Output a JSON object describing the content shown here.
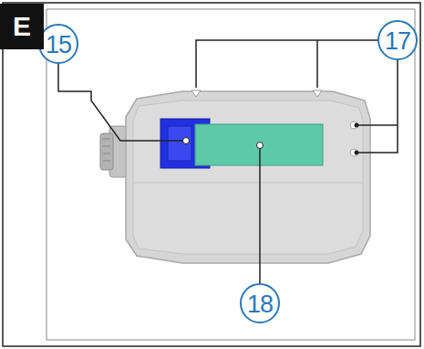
{
  "diagram": {
    "labels": [
      "E",
      "15",
      "17",
      "18"
    ]
  }
}
